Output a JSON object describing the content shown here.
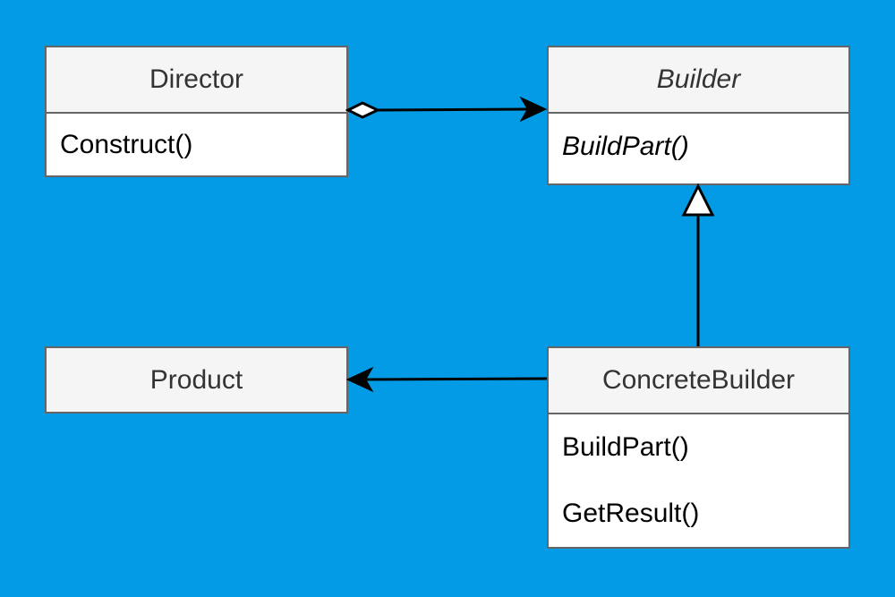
{
  "diagram": {
    "classes": {
      "director": {
        "name": "Director",
        "members": [
          "Construct()"
        ]
      },
      "builder": {
        "name": "Builder",
        "members": [
          "BuildPart()"
        ],
        "abstract": true
      },
      "product": {
        "name": "Product",
        "members": []
      },
      "concrete_builder": {
        "name": "ConcreteBuilder",
        "members": [
          "BuildPart()",
          "GetResult()"
        ]
      }
    },
    "relations": [
      {
        "from": "Director",
        "to": "Builder",
        "kind": "aggregation"
      },
      {
        "from": "ConcreteBuilder",
        "to": "Builder",
        "kind": "generalization"
      },
      {
        "from": "ConcreteBuilder",
        "to": "Product",
        "kind": "association"
      }
    ]
  },
  "colors": {
    "background": "#039BE5",
    "header": "#f5f5f5",
    "border": "#666666",
    "connector": "#000000"
  }
}
